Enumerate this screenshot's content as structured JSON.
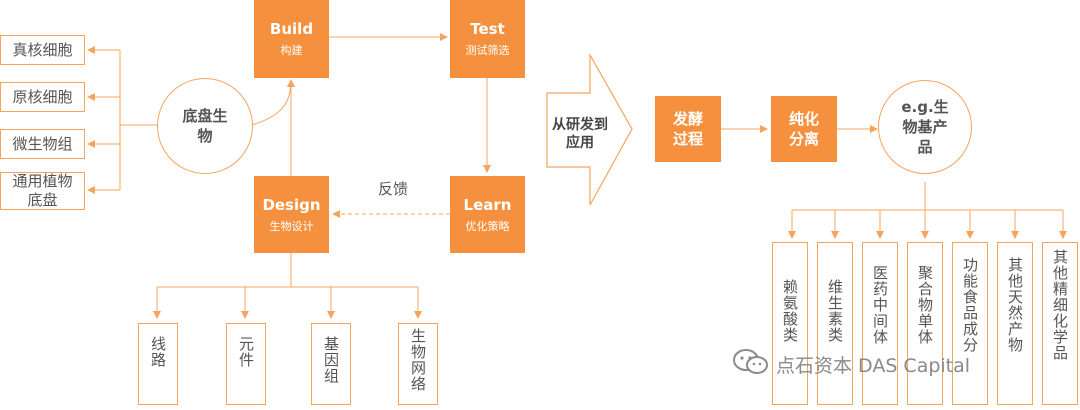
{
  "left_boxes": [
    "真核细胞",
    "原核细胞",
    "微生物组",
    "通用植物底盘"
  ],
  "chassis_circle": "底盘生物",
  "cycle": {
    "build": {
      "title": "Build",
      "sub": "构建"
    },
    "test": {
      "title": "Test",
      "sub": "测试筛选"
    },
    "learn": {
      "title": "Learn",
      "sub": "优化策略"
    },
    "design": {
      "title": "Design",
      "sub": "生物设计"
    },
    "feedback": "反馈"
  },
  "design_outputs": [
    "线路",
    "元件",
    "基因组",
    "生物网络"
  ],
  "big_arrow": "从研发到应用",
  "process": {
    "ferment": "发酵过程",
    "purify": "纯化分离",
    "products_circle": "e.g.生物基产品"
  },
  "products": [
    "赖氨酸类",
    "维生素类",
    "医药中间体",
    "聚合物单体",
    "功能食品成分",
    "其他天然产物",
    "其他精细化学品"
  ],
  "watermark": "点石资本 DAS Capital",
  "colors": {
    "accent": "#f5913e",
    "line": "#f5a45c"
  }
}
